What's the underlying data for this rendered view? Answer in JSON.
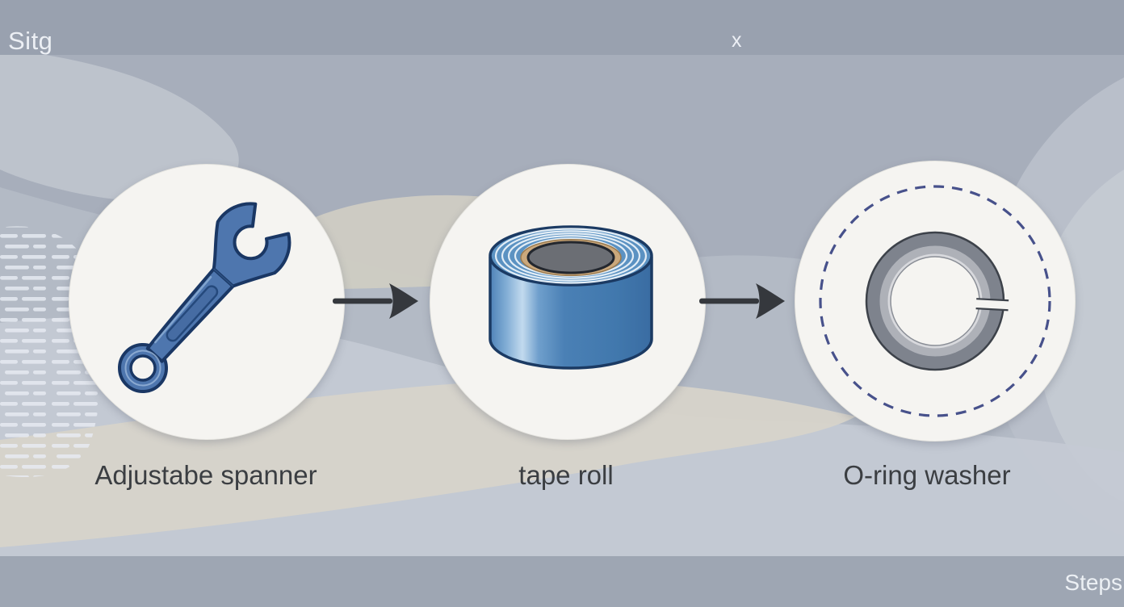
{
  "header": {
    "title": "Sitg",
    "close_label": "x"
  },
  "footer": {
    "label": "Steps"
  },
  "diagram": {
    "steps": [
      {
        "label": "Adjustabe spanner",
        "icon": "spanner-icon"
      },
      {
        "label": "tape roll",
        "icon": "tape-roll-icon"
      },
      {
        "label": "O-ring washer",
        "icon": "o-ring-washer-icon"
      }
    ],
    "connector_icon": "arrow-right-icon"
  },
  "colors": {
    "top_band": "#99a1af",
    "bottom_band": "#9ea6b3",
    "background": "#b3bac5",
    "beige_wave": "#d6d3ca",
    "plate": "#f5f4f1",
    "label_text": "#3b3e42",
    "watermark_text": "#eef1f6",
    "arrow": "#35383d",
    "spanner_blue": "#4e76ae",
    "tape_blue": "#4a80b5",
    "washer_gray": "#7e838d",
    "dashed_ring_navy": "#47518b"
  }
}
